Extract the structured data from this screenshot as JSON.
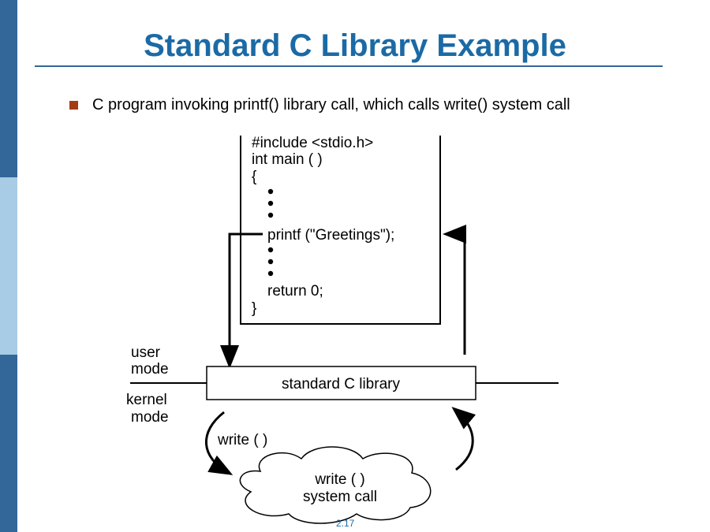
{
  "slide": {
    "title": "Standard C Library Example",
    "bullet": "C program invoking printf() library call, which calls write() system call",
    "page_number": "2.17"
  },
  "colors": {
    "title": "#1b6aa5",
    "sidebar_dark": "#336699",
    "sidebar_light": "#a8cce6",
    "bullet": "#a33b14"
  },
  "diagram": {
    "code_lines": [
      "#include <stdio.h>",
      "int main ( )",
      "{",
      "printf (\"Greetings\");",
      "return 0;",
      "}"
    ],
    "user_mode_label": [
      "user",
      "mode"
    ],
    "kernel_mode_label": [
      "kernel",
      "mode"
    ],
    "library_label": "standard C library",
    "write_call_label": "write ( )",
    "system_call_label": [
      "write ( )",
      "system call"
    ]
  }
}
